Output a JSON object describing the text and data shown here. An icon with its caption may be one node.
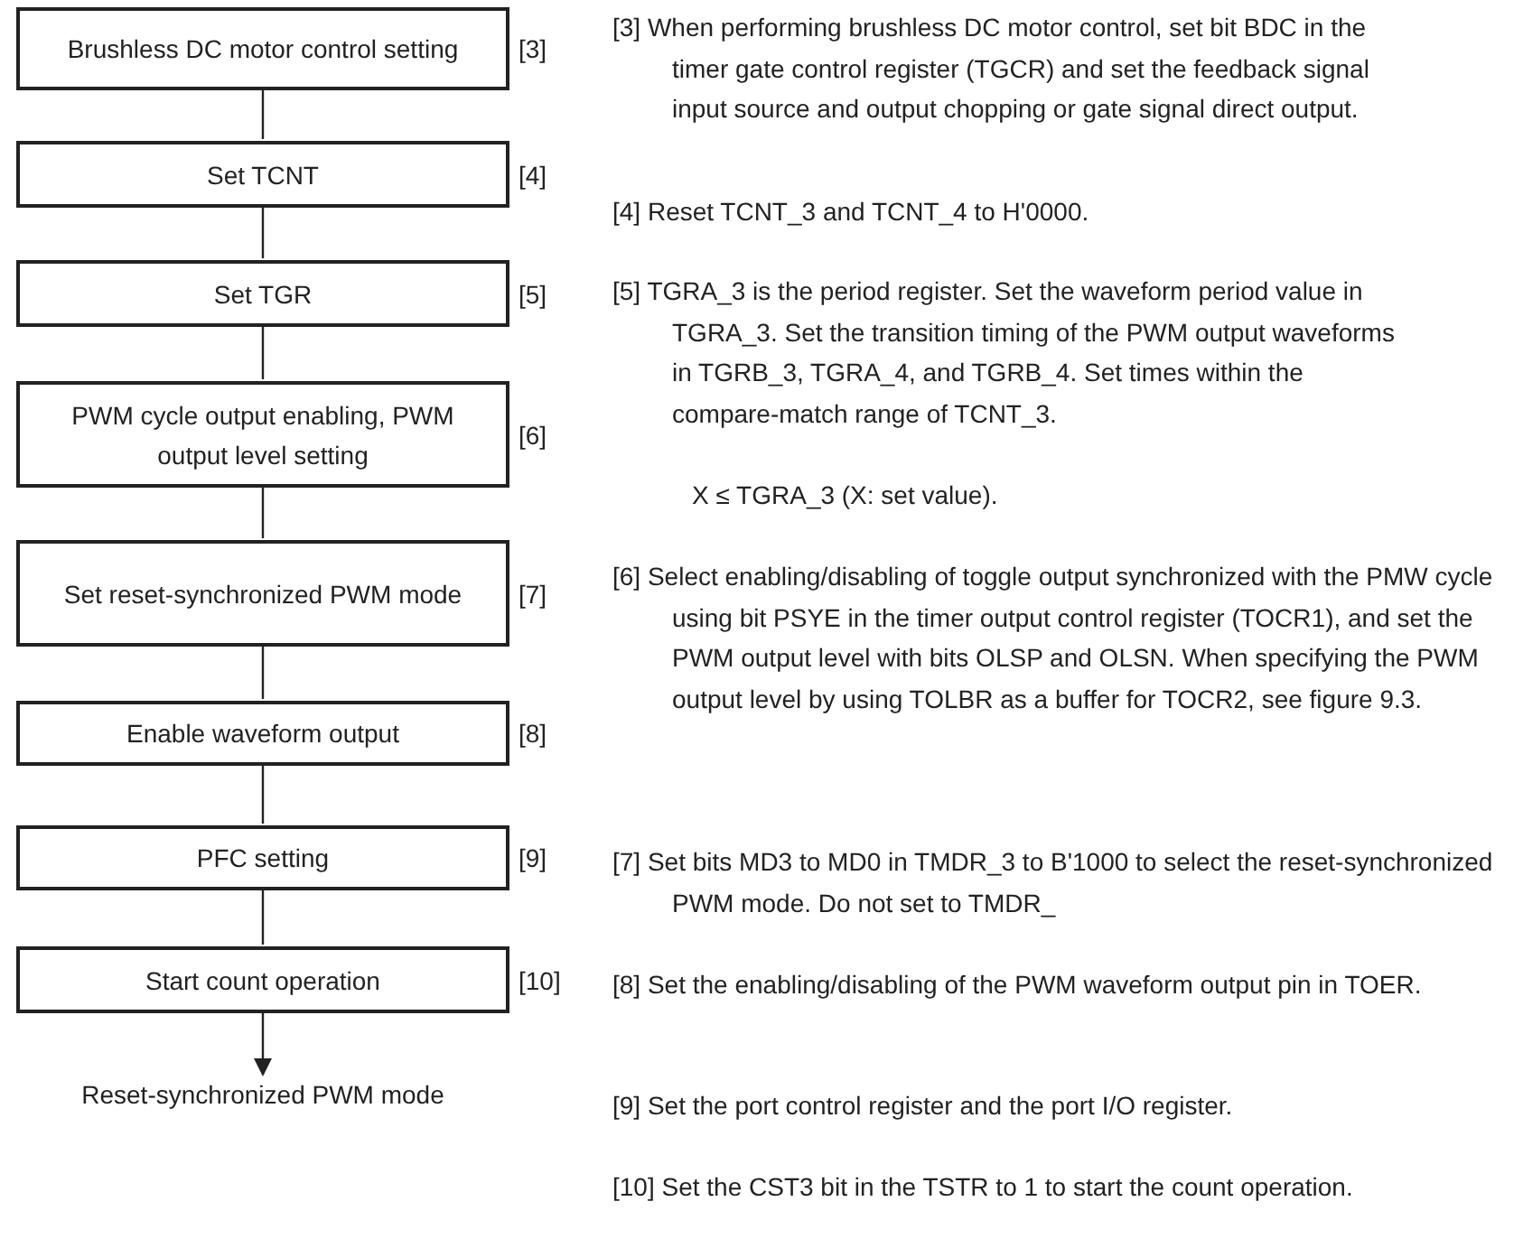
{
  "diagram": {
    "nodes": [
      {
        "text": [
          "Brushless DC motor control setting"
        ],
        "beside": [
          "[3]"
        ]
      },
      {
        "text": [
          "Set TCNT"
        ],
        "beside": [
          "[4]"
        ]
      },
      {
        "text": [
          "Set TGR"
        ],
        "beside": [
          "[5]"
        ]
      },
      {
        "text": [
          "PWM cycle output enabling, PWM output level setting"
        ],
        "beside": [
          "[6]"
        ]
      },
      {
        "text": [
          "Set reset-synchronized PWM mode"
        ],
        "beside": [
          "[7]"
        ]
      },
      {
        "text": [
          "Enable waveform output"
        ],
        "beside": [
          "[8]"
        ]
      },
      {
        "text": [
          "PFC setting"
        ],
        "beside": [
          "[9]"
        ]
      },
      {
        "text": [
          "Start count operation"
        ],
        "beside": [
          "[10]"
        ]
      },
      {
        "text": [
          "Reset-synchronized PWM mode"
        ]
      }
    ],
    "edges": [
      {
        "from": 0,
        "to": 1,
        "arrow": "none"
      },
      {
        "from": 1,
        "to": 2,
        "arrow": "none"
      },
      {
        "from": 2,
        "to": 3,
        "arrow": "none"
      },
      {
        "from": 3,
        "to": 4,
        "arrow": "none"
      },
      {
        "from": 4,
        "to": 5,
        "arrow": "none"
      },
      {
        "from": 5,
        "to": 6,
        "arrow": "none"
      },
      {
        "from": 6,
        "to": 7,
        "arrow": "none"
      },
      {
        "from": 7,
        "to": 8,
        "arrow": "to"
      }
    ],
    "labels": [
      "[3] When performing brushless DC motor control, set bit BDC in the timer gate control register (TGCR) and set the feedback signal input source and output chopping or gate signal direct output.",
      "[4] Reset TCNT_3 and TCNT_4 to H'0000.",
      "[5] TGRA_3 is the period register. Set the waveform period value in TGRA_3. Set the transition timing of the PWM output waveforms in TGRB_3, TGRA_4, and TGRB_4. Set times within the compare-match range of TCNT_3.",
      "X ≤ TGRA_3 (X: set value).",
      "[6] Select enabling/disabling of toggle output synchronized with the PMW cycle using bit PSYE in the timer output control register (TOCR1), and set the PWM output level with bits OLSP and OLSN. When specifying the PWM output level by using TOLBR as a buffer for TOCR2, see figure 9.3.",
      "[7] Set bits MD3 to MD0 in TMDR_3 to B'1000 to select the reset-synchronized PWM mode. Do not set to TMDR_",
      "[8] Set the enabling/disabling of the PWM waveform output pin in TOER.",
      "[9] Set the port control register and the port I/O register.",
      "[10] Set the CST3 bit in the TSTR to 1 to start the count operation."
    ]
  }
}
